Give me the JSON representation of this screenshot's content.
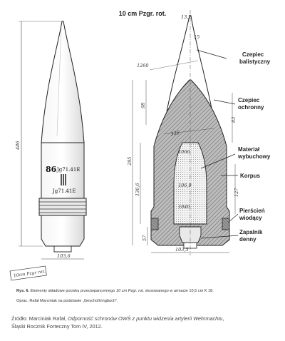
{
  "title": "10 cm Pzgr. rot.",
  "labels": {
    "czepiec_balistyczny": [
      "Czepiec",
      "balistyczny"
    ],
    "czepiec_ochronny": [
      "Czepiec",
      "ochronny"
    ],
    "material_wybuchowy": [
      "Materiał",
      "wybuchowy"
    ],
    "korpus": "Korpus",
    "pierscien_wiodacy": [
      "Pierścień",
      "wiodący"
    ],
    "zapalnik_denny": [
      "Zapalnik",
      "denny"
    ]
  },
  "markings": {
    "caliber": "86",
    "code1": "Jg71.41E",
    "code2": "Jg71.41E",
    "stamp": "10cm Pzgr rot."
  },
  "dimensions": {
    "d_tip": "13,2",
    "d_15": "15",
    "d_1260": "1260",
    "d_98": "98",
    "d_83": "83",
    "d_335": "335",
    "d_295": "295",
    "d_1066": "1066",
    "d_1366": "136,6",
    "d_1060": "106,0",
    "d_127": "127",
    "d_1040": "1040",
    "d_1035": "103,5",
    "d_57": "57",
    "d_486": "486",
    "d_1036": "103,6"
  },
  "caption": {
    "prefix": "Rys. 6.",
    "text_a": " Elementy składowe pocisku przeciwpancernego ",
    "italic": "10 cm Pzgr. rot.",
    "text_b": " stosowanego w armacie 10,5 cm K 18.",
    "line2": "Oprac. Rafał Marciniak na podstawie „Geschoßringbuch\"."
  },
  "source": {
    "prefix": "Źródło: Marciniak Rafał, ",
    "italic": "Odporność schronów OWŚ z punktu widzenia artylerii Wehrmachtu",
    "suffix": ",",
    "line2": "Śląski Rocznik Forteczny Tom IV, 2012."
  }
}
